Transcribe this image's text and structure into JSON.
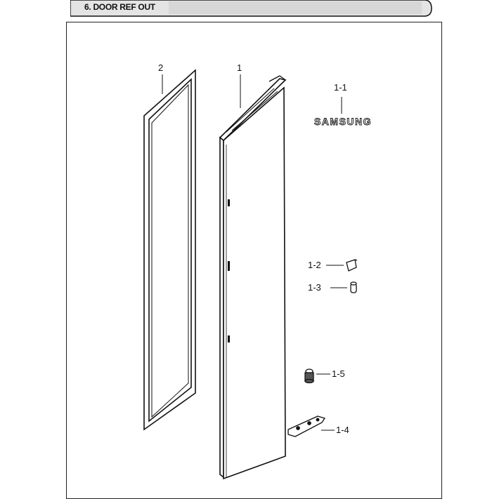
{
  "header": {
    "title": "6. DOOR REF OUT"
  },
  "callouts": {
    "door": "1",
    "gasket": "2",
    "logo": "1-1",
    "cap": "1-2",
    "bushing": "1-3",
    "hinge": "1-4",
    "stopper": "1-5"
  },
  "brand_logo": "SAMSUNG",
  "colors": {
    "line": "#111111",
    "header_band": "#d9d9d9"
  }
}
